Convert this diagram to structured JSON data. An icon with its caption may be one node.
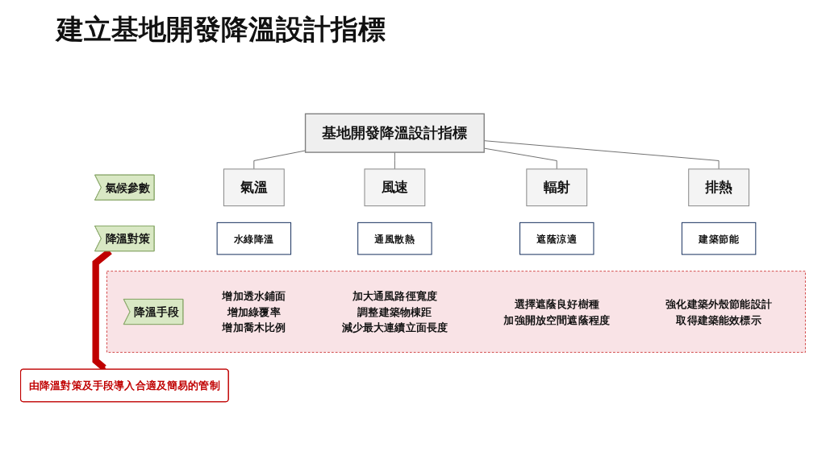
{
  "diagram": {
    "title": "建立基地開發降溫設計指標",
    "nodes": [
      {
        "text": [
          "基地開發降溫設計指標"
        ]
      },
      {
        "text": [
          "氣候參數"
        ]
      },
      {
        "text": [
          "氣溫"
        ]
      },
      {
        "text": [
          "風速"
        ]
      },
      {
        "text": [
          "輻射"
        ]
      },
      {
        "text": [
          "排熱"
        ]
      },
      {
        "text": [
          "降溫對策"
        ]
      },
      {
        "text": [
          "水綠降溫"
        ]
      },
      {
        "text": [
          "通風散熱"
        ]
      },
      {
        "text": [
          "遮蔭涼適"
        ]
      },
      {
        "text": [
          "建築節能"
        ]
      },
      {
        "text": [],
        "shape": "box"
      },
      {
        "text": [
          "降溫手段"
        ],
        "in": 11
      },
      {
        "text": [
          "增加透水鋪面",
          "增加綠覆率",
          "增加喬木比例"
        ],
        "in": 11
      },
      {
        "text": [
          "加大通風路徑寬度",
          "調整建築物棟距",
          "減少最大連續立面長度"
        ],
        "in": 11
      },
      {
        "text": [
          "選擇遮蔭良好樹種",
          "加強開放空間遮蔭程度"
        ],
        "in": 11
      },
      {
        "text": [
          "強化建築外殼節能設計",
          "取得建築能效標示"
        ],
        "in": 11
      },
      {
        "text": [
          "由降溫對策及手段導入合適及簡易的管制"
        ]
      }
    ],
    "edges": [
      {
        "from": 0,
        "to": 2,
        "arrow": "none"
      },
      {
        "from": 0,
        "to": 3,
        "arrow": "none"
      },
      {
        "from": 0,
        "to": 4,
        "arrow": "none"
      },
      {
        "from": 0,
        "to": 5,
        "arrow": "none"
      },
      {
        "from": 6,
        "to": 17,
        "arrow": "to",
        "style": "thick",
        "color": "#c00000"
      }
    ]
  }
}
